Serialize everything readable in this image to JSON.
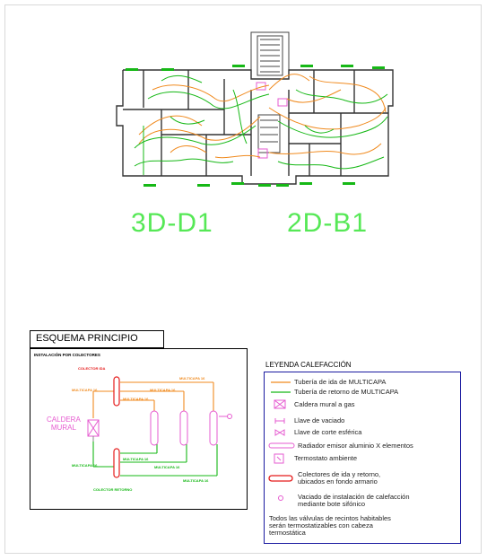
{
  "plan": {
    "unit_left": "3D-D1",
    "unit_right": "2D-B1"
  },
  "schema": {
    "title": "ESQUEMA PRINCIPIO",
    "subtitle": "INSTALACIÓN POR COLECTORES",
    "colector_ida": "COLECTOR IDA",
    "colector_retorno": "COLECTOR RETORNO",
    "caldera_line1": "CALDERA",
    "caldera_line2": "MURAL",
    "pipe_label": "MULTICAPA 16"
  },
  "legend": {
    "title": "LEYENDA CALEFACCIÓN",
    "items": [
      "Tubería de ida de MULTICAPA",
      "Tubería de retorno de MULTICAPA",
      "Caldera mural a gas",
      "Llave de vaciado",
      "Llave de corte esférica",
      "Radiador emisor aluminio X elementos",
      "Termostato ambiente",
      "Colectores de ida y retorno,",
      "ubicados en fondo armario",
      "Vaciado de instalación de calefacción",
      "mediante bote sifónico"
    ],
    "note_lines": [
      "Todos las válvulas de recintos habitables",
      "serán termostatizables con cabeza",
      "termostática"
    ]
  },
  "colors": {
    "ida": "#f08a1e",
    "retorno": "#16b816",
    "walls": "#333333",
    "caldera": "#e65bd0",
    "colector": "#e51a1a",
    "legend_border": "#1a1aa0"
  }
}
